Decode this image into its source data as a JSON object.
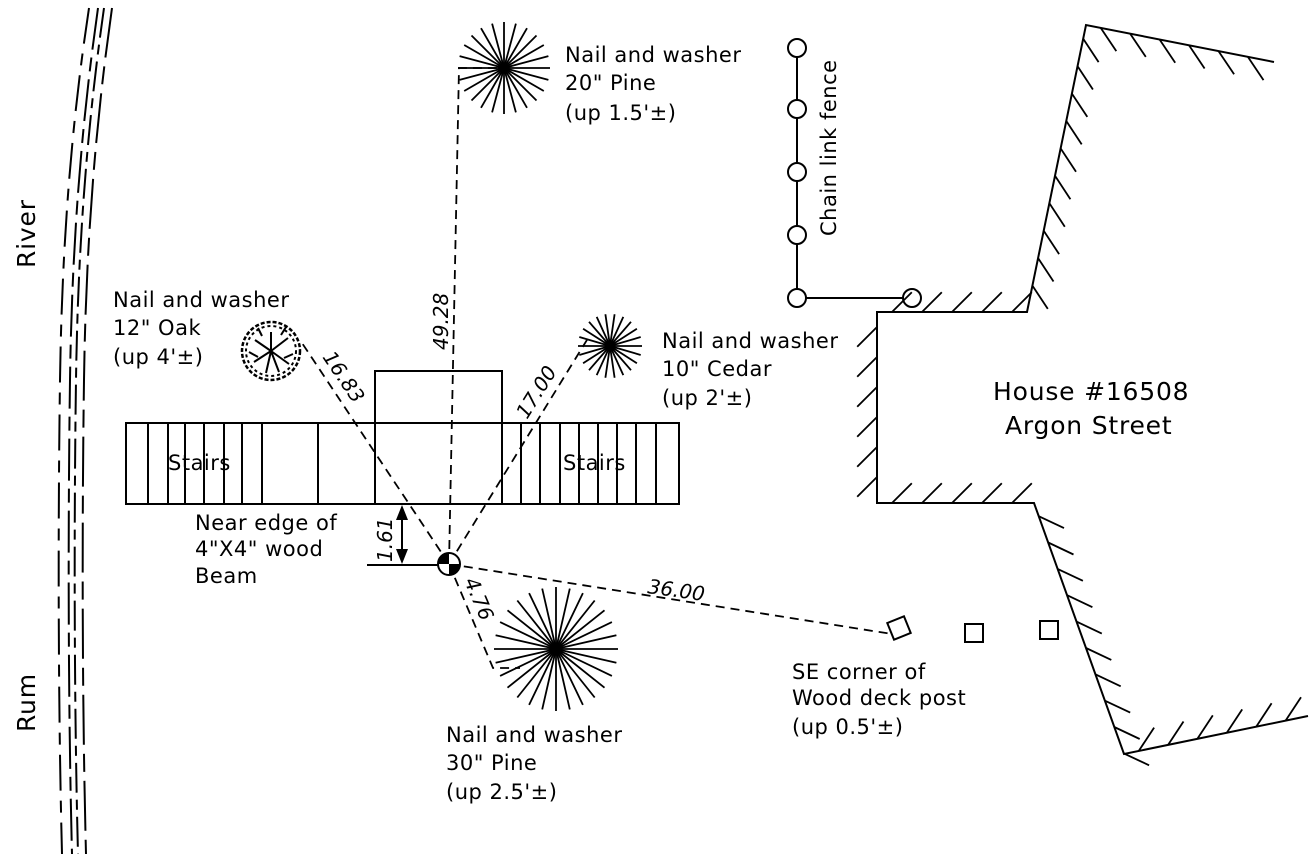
{
  "river": {
    "label_top": "River",
    "label_bottom": "Rum"
  },
  "house": {
    "line1": "House #16508",
    "line2": "Argon Street"
  },
  "fence": {
    "label": "Chain link fence"
  },
  "stairs": {
    "left_label": "Stairs",
    "right_label": "Stairs"
  },
  "beam": {
    "line1": "Near edge of",
    "line2": "4\"X4\" wood",
    "line3": "Beam"
  },
  "trees": {
    "pine20": {
      "line1": "Nail and washer",
      "line2": "20\" Pine",
      "line3": "(up 1.5'±)"
    },
    "oak12": {
      "line1": "Nail and washer",
      "line2": "12\" Oak",
      "line3": "(up 4'±)"
    },
    "cedar10": {
      "line1": "Nail and washer",
      "line2": "10\" Cedar",
      "line3": "(up 2'±)"
    },
    "pine30": {
      "line1": "Nail and washer",
      "line2": "30\" Pine",
      "line3": "(up 2.5'±)"
    }
  },
  "deck_post": {
    "line1": "SE corner of",
    "line2": "Wood deck post",
    "line3": "(up 0.5'±)"
  },
  "distances": {
    "to_pine20": "49.28",
    "to_oak12": "16.83",
    "to_cedar10": "17.00",
    "to_pine30": "4.76",
    "to_deck_post": "36.00",
    "to_beam": "1.61"
  }
}
